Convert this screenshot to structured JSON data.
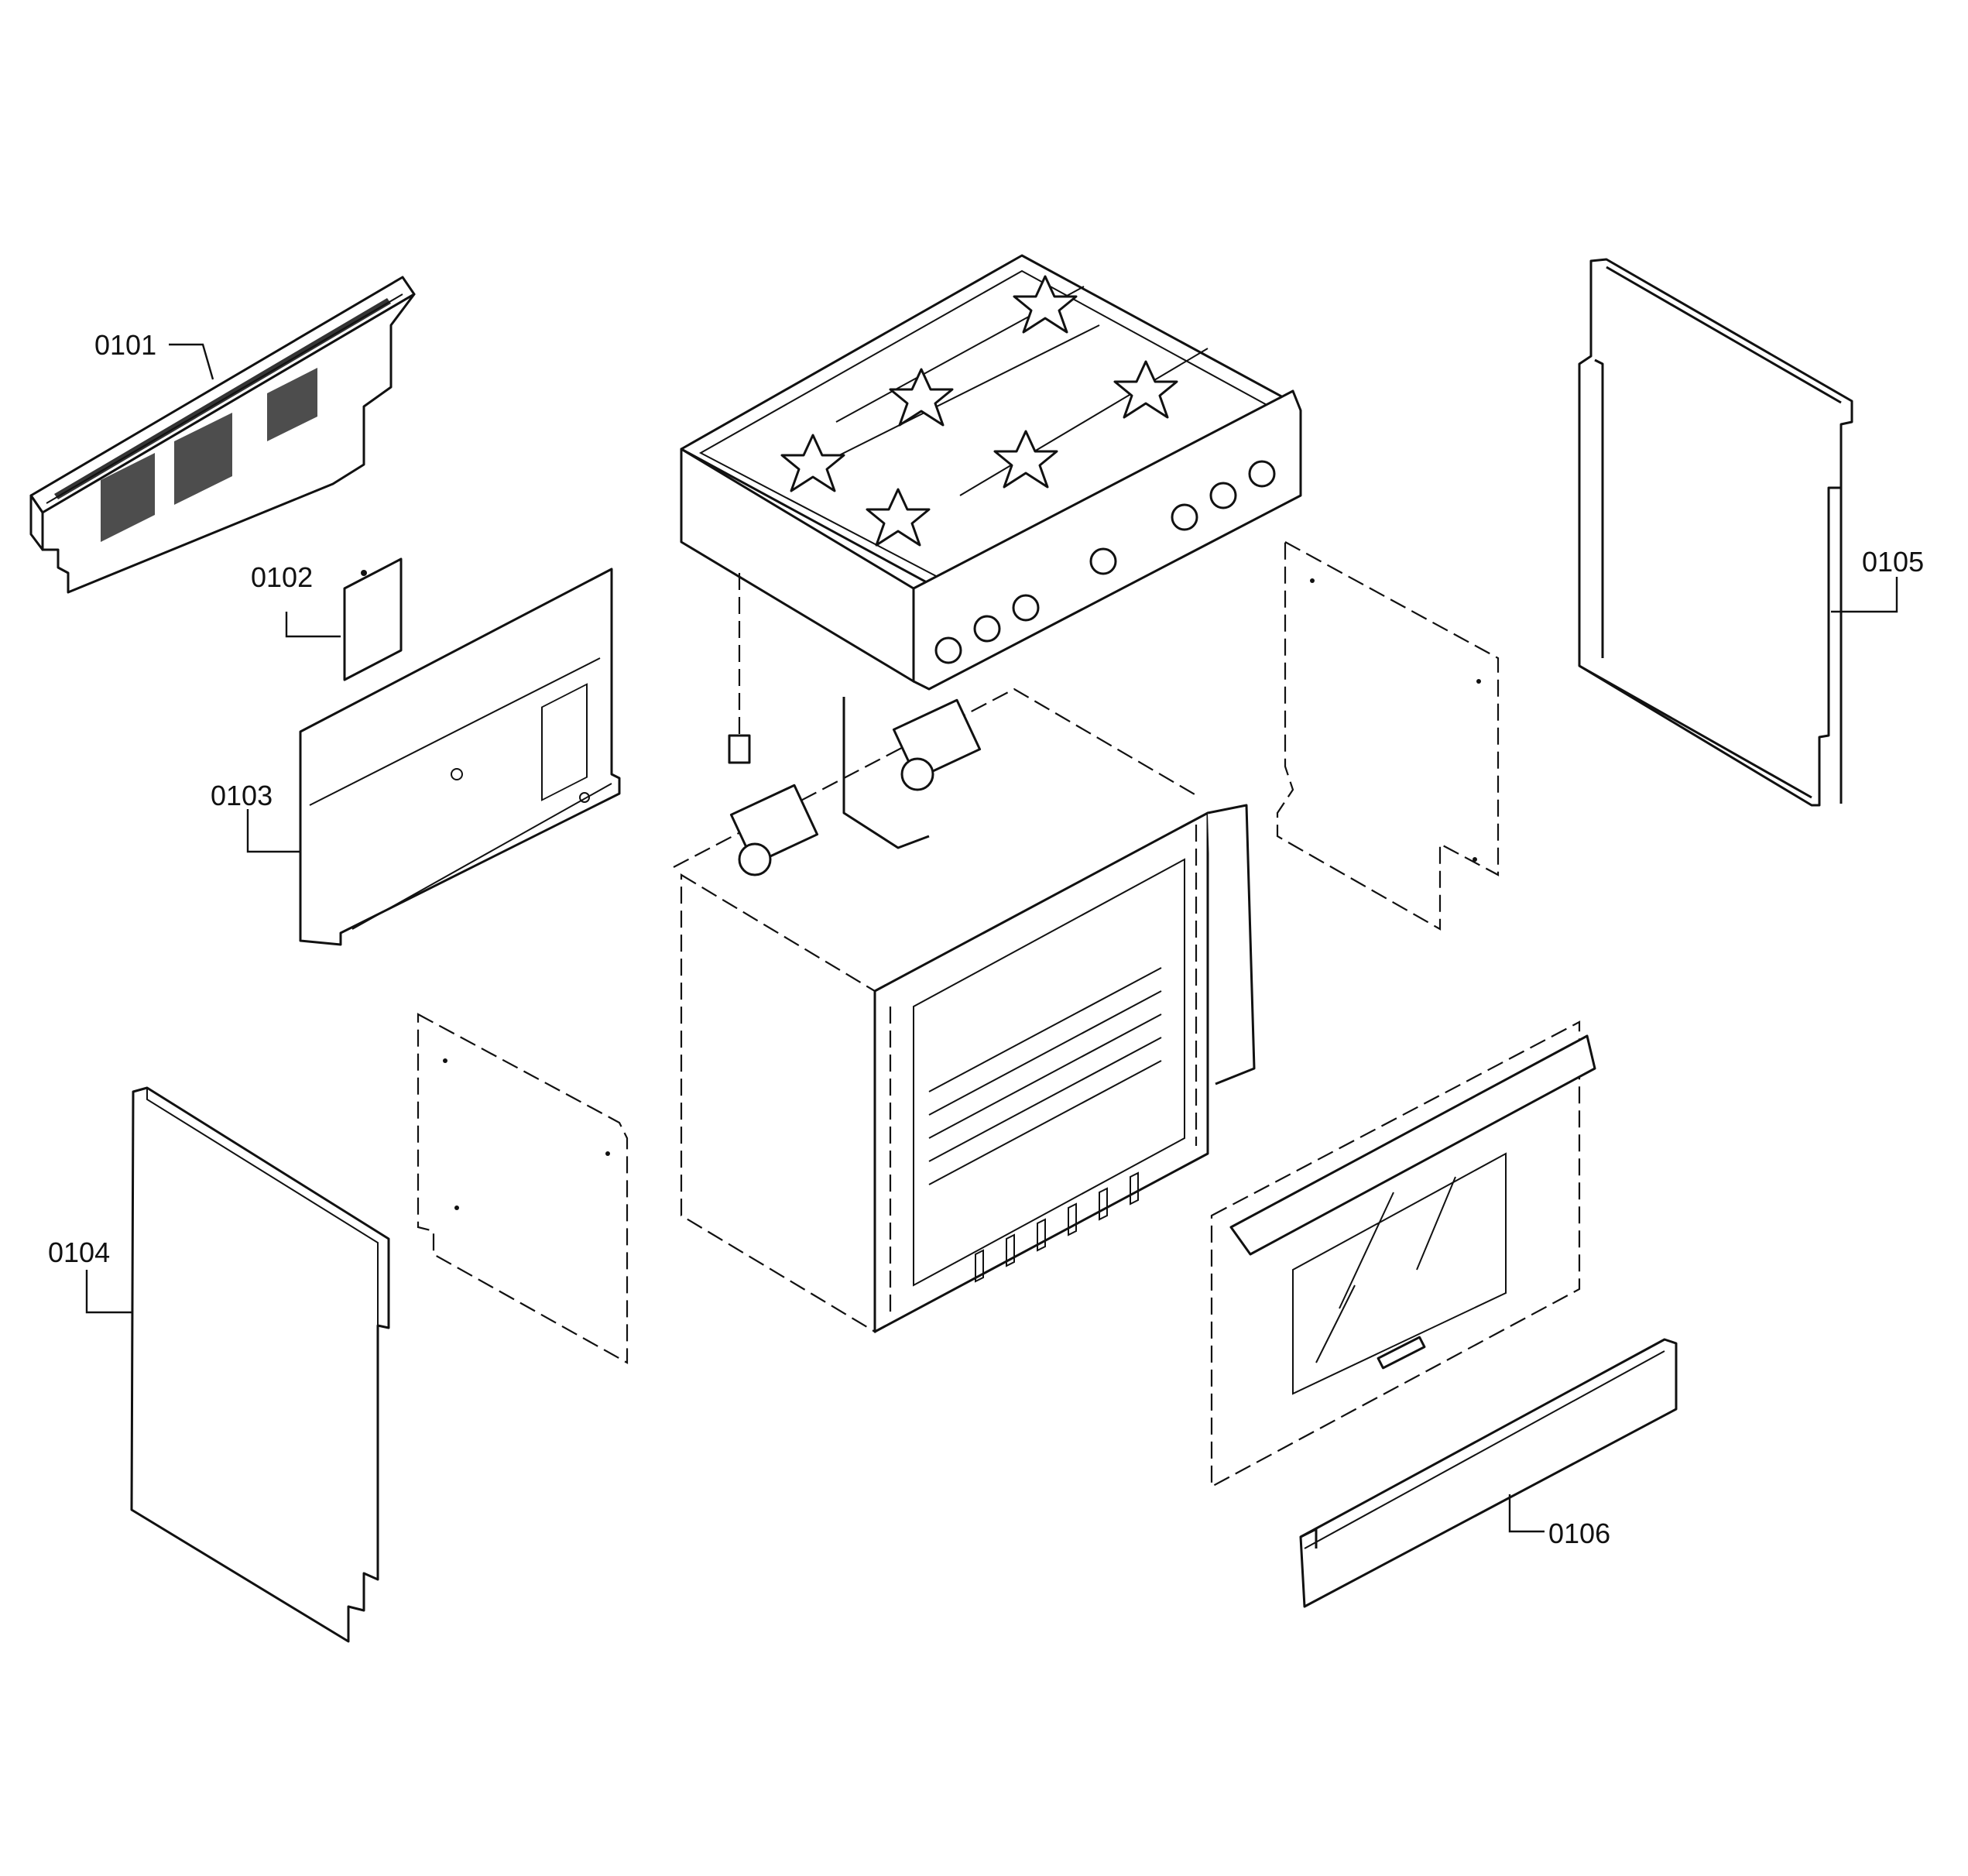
{
  "labels": {
    "p0101": "0101",
    "p0102": "0102",
    "p0103": "0103",
    "p0104": "0104",
    "p0105": "0105",
    "p0106": "0106"
  }
}
